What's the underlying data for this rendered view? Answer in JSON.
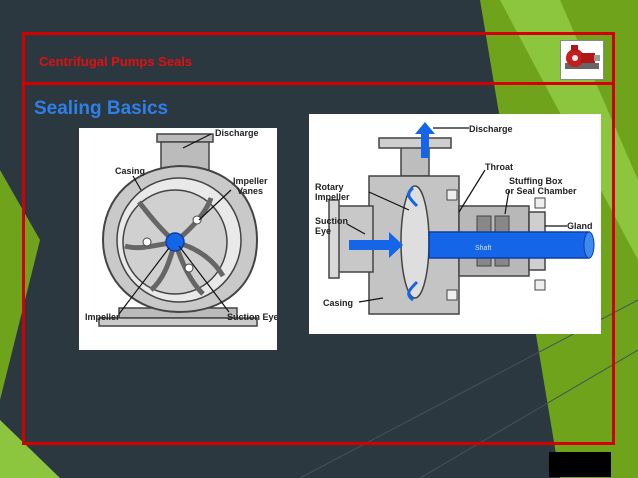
{
  "header": {
    "title": "Centrifugal Pumps Seals"
  },
  "slide": {
    "subtitle": "Sealing Basics"
  },
  "figure1": {
    "labels": {
      "discharge": "Discharge",
      "casing": "Casing",
      "impeller_vanes_1": "Impeller",
      "impeller_vanes_2": "Vanes",
      "impeller": "Impeller",
      "suction_eye": "Suction Eye"
    }
  },
  "figure2": {
    "labels": {
      "discharge": "Discharge",
      "throat": "Throat",
      "rotary_impeller_1": "Rotary",
      "rotary_impeller_2": "Impeller",
      "stuffing_box_1": "Stuffing Box",
      "stuffing_box_2": "or Seal Chamber",
      "suction_eye_1": "Suction",
      "suction_eye_2": "Eye",
      "gland": "Gland",
      "shaft": "Shaft",
      "casing": "Casing"
    }
  },
  "colors": {
    "frame": "#d40000",
    "title": "#e01010",
    "subtitle": "#2f7fe6",
    "accent_green": "#7ab51d",
    "flow_blue": "#1565e8"
  }
}
